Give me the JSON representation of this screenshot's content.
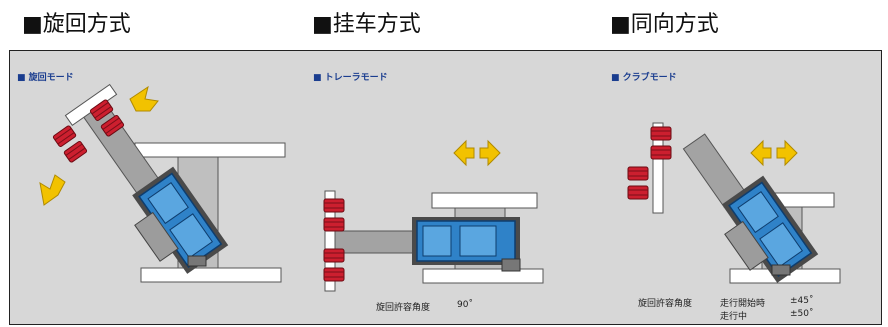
{
  "captions": [
    "■旋回方式",
    "■挂车方式",
    "■同向方式"
  ],
  "modes": [
    "■ 旋回モード",
    "■ トレーラモード",
    "■ クラブモード"
  ],
  "trailer_note": {
    "label": "旋回許容角度",
    "value": "90˚"
  },
  "crab_note": {
    "label": "旋回許容角度",
    "rows": [
      {
        "name": "走行開始時",
        "value": "±45˚"
      },
      {
        "name": "走行中",
        "value": "±50˚"
      }
    ]
  },
  "colors": {
    "panel": "#d7d7d7",
    "machine": "#2f82c8",
    "wheel": "#cc1f2f",
    "arrow": "#f2c200",
    "track": "#ffffff",
    "arm": "#a3a3a3"
  }
}
